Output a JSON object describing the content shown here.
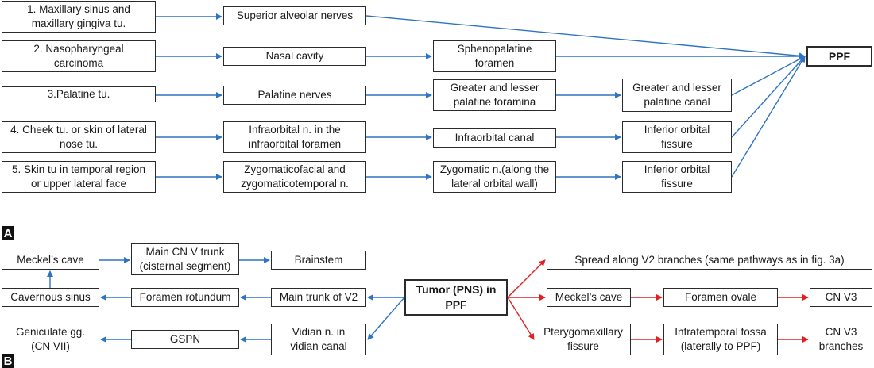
{
  "panel_a": {
    "label": "A",
    "nodes": {
      "src1": "1. Maxillary sinus and\nmaxillary gingiva tu.",
      "src2": "2. Nasopharyngeal\ncarcinoma",
      "src3": "3.Palatine tu.",
      "src4": "4. Cheek tu. or skin of lateral\nnose tu.",
      "src5": "5. Skin tu in temporal region\nor upper lateral face",
      "sup_alv": "Superior alveolar nerves",
      "nasal": "Nasal cavity",
      "palatine_nerves": "Palatine nerves",
      "infraorb_n": "Infraorbital n. in the\ninfraorbital foramen",
      "zygofacial": "Zygomaticofacial and\nzygomaticotemporal n.",
      "sphenopal": "Sphenopalatine\nforamen",
      "gl_foramina": "Greater and lesser\npalatine foramina",
      "infraorb_canal": "Infraorbital canal",
      "zyg_n": "Zygomatic n.(along the\nlateral orbital wall)",
      "gl_canal": "Greater and lesser\npalatine canal",
      "iof1": "Inferior orbital\nfissure",
      "iof2": "Inferior orbital\nfissure",
      "ppf": "PPF"
    }
  },
  "panel_b": {
    "label": "B",
    "nodes": {
      "tumor": "Tumor (PNS) in\nPPF",
      "main_v2": "Main trunk of V2",
      "for_rot": "Foramen rotundum",
      "cav_sinus": "Cavernous sinus",
      "meckel_l": "Meckel’s cave",
      "cn5_trunk": "Main CN V trunk\n(cisternal segment)",
      "brainstem": "Brainstem",
      "vidian": "Vidian n. in\nvidian canal",
      "gspn": "GSPN",
      "geniculate": "Geniculate gg.\n(CN VII)",
      "spread_v2": "Spread along V2 branches (same pathways as in fig. 3a)",
      "meckel_r": "Meckel’s cave",
      "for_ovale": "Foramen ovale",
      "cn_v3": "CN V3",
      "ptm_fissure": "Pterygomaxillary\nfissure",
      "infratemp": "Infratemporal fossa\n(laterally to PPF)",
      "cn_v3_branches": "CN V3\nbranches"
    }
  },
  "colors": {
    "arrow_blue": "#2e74c0",
    "arrow_red": "#e02020",
    "box_border": "#2b2b2b",
    "label_bg": "#111111"
  }
}
